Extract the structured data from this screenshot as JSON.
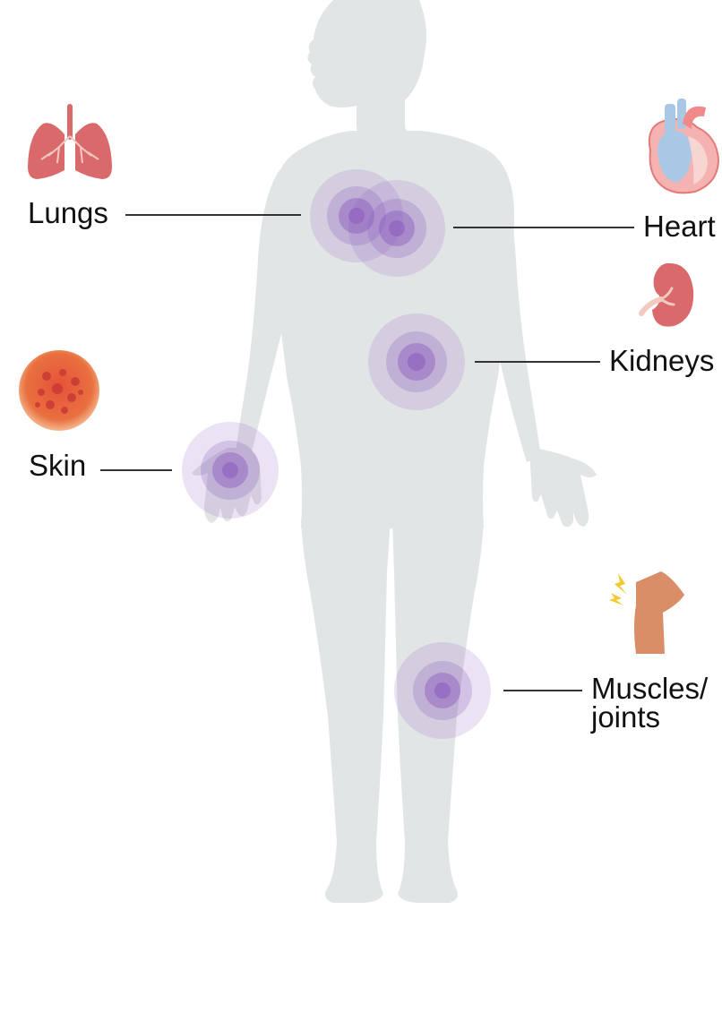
{
  "colors": {
    "body_silhouette": "#e2e5e6",
    "marker_purple": "#8a5bbd",
    "leader_line": "#333333",
    "label_text": "#111111"
  },
  "labels": {
    "lungs": "Lungs",
    "heart": "Heart",
    "kidneys": "Kidneys",
    "skin": "Skin",
    "muscles_line1": "Muscles/",
    "muscles_line2": "joints"
  },
  "icons": {
    "lungs": "lungs-icon",
    "heart": "heart-icon",
    "kidneys": "kidney-icon",
    "skin": "skin-rash-icon",
    "muscles": "knee-joint-pain-icon"
  }
}
